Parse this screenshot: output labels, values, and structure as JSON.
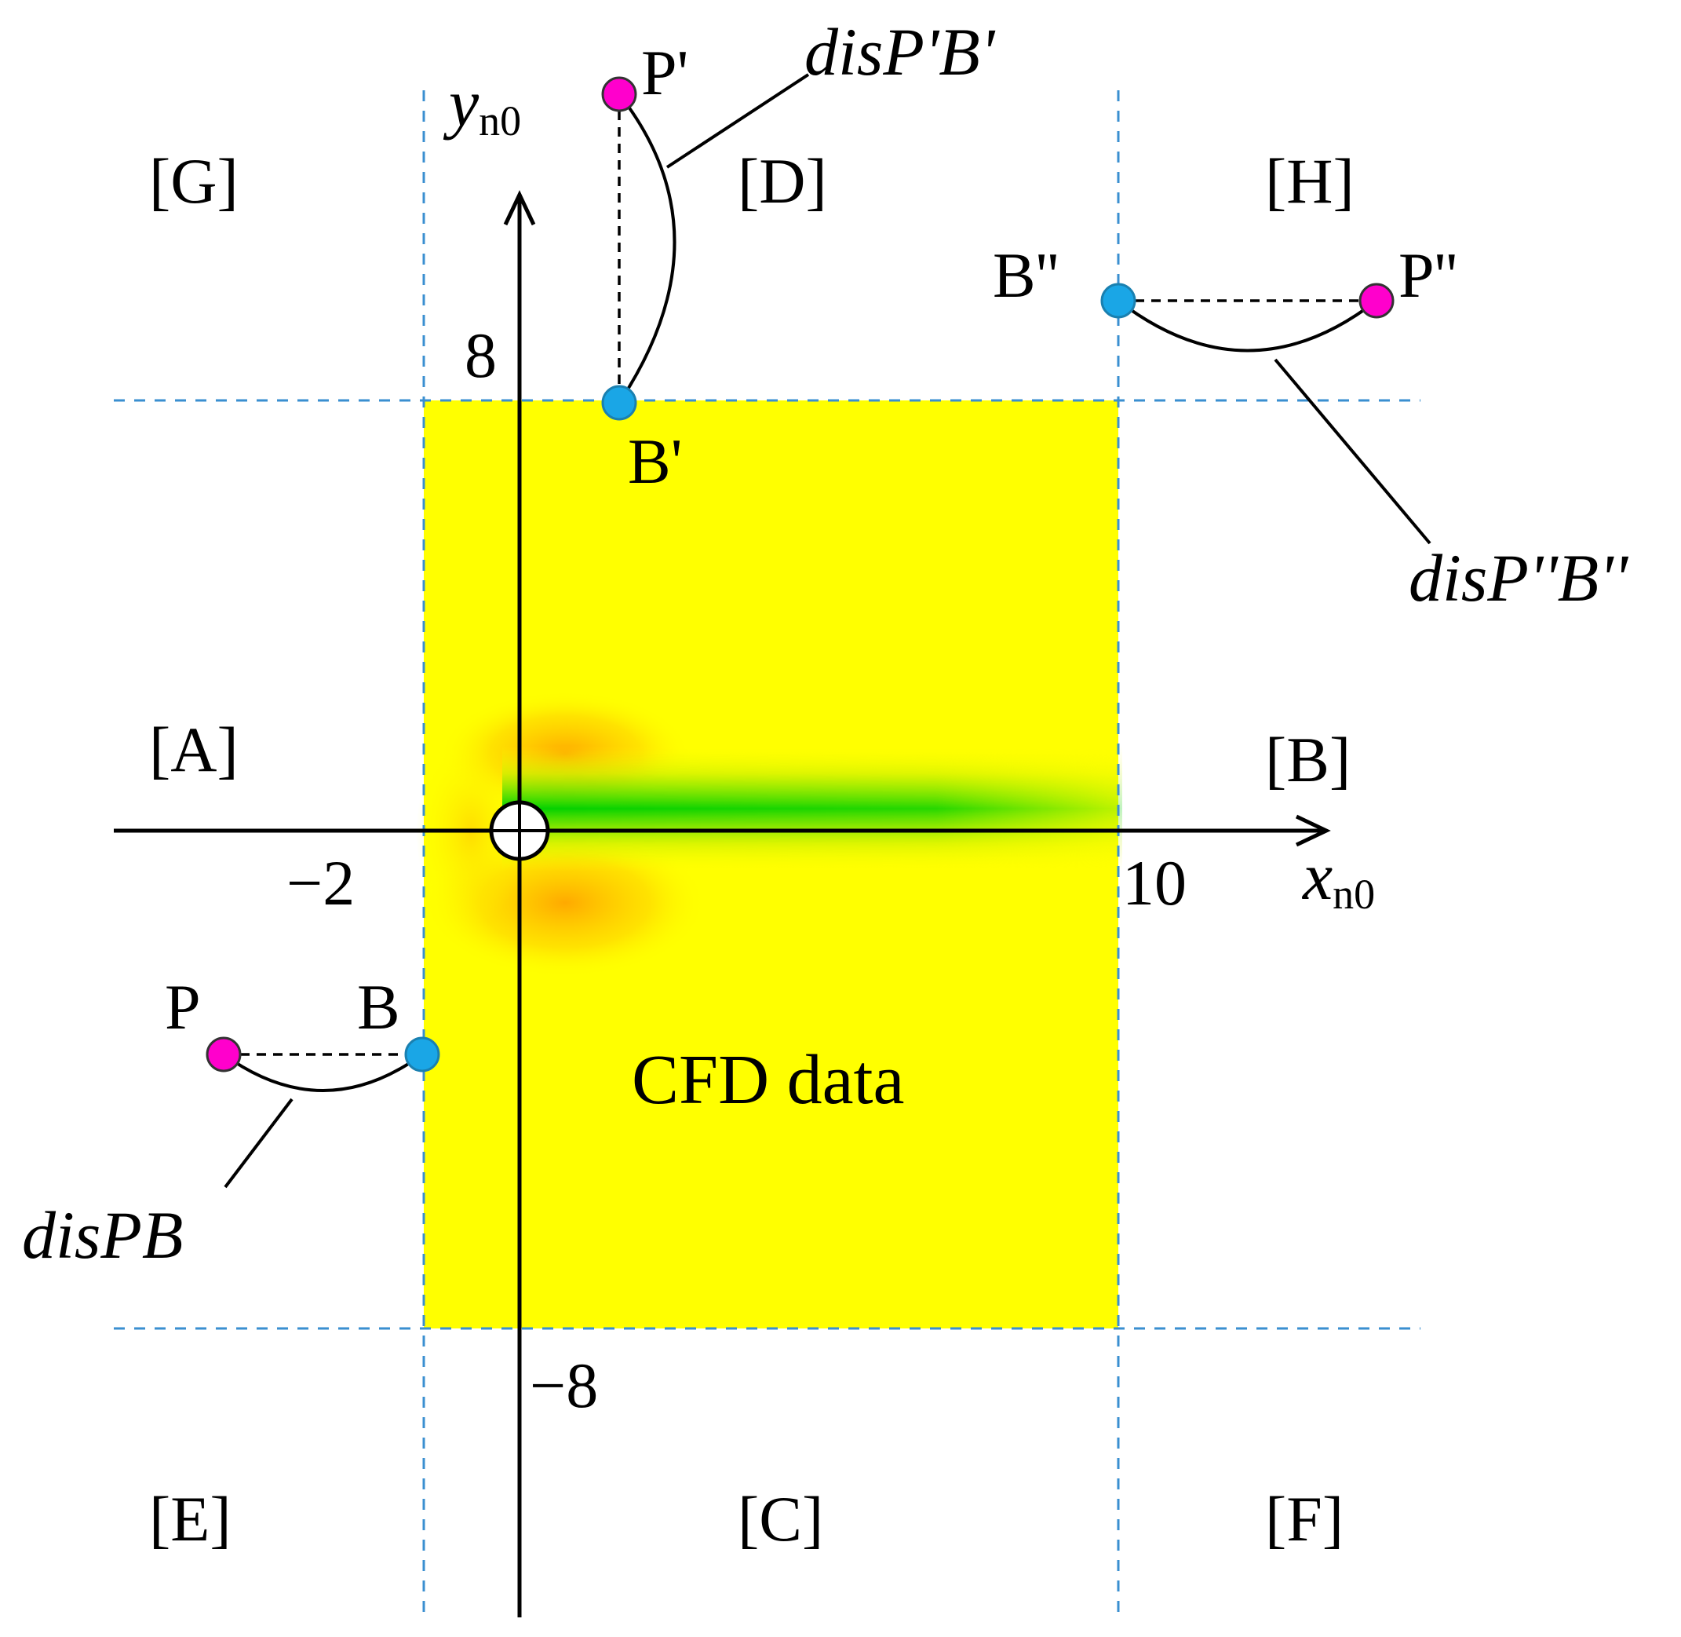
{
  "colors": {
    "grid_dash": "#3a8fd0",
    "cfd_field": "#ffff00",
    "wake_green": "#00d000",
    "wake_orange": "#ffa000",
    "boundary_point": "#1aa6e6",
    "outside_point": "#ff00cc"
  },
  "axes": {
    "x_label": "x",
    "x_sub": "n0",
    "y_label": "y",
    "y_sub": "n0",
    "ticks": {
      "x_min": "−2",
      "x_max": "10",
      "y_max": "8",
      "y_min": "−8"
    }
  },
  "cfd_label": "CFD data",
  "regions": {
    "A": "[A]",
    "B": "[B]",
    "C": "[C]",
    "D": "[D]",
    "E": "[E]",
    "F": "[F]",
    "G": "[G]",
    "H": "[H]"
  },
  "points": {
    "P": "P",
    "B": "B",
    "P1": "P'",
    "B1": "B'",
    "P2": "P''",
    "B2": "B''"
  },
  "distances": {
    "PB": "disPB",
    "P1B1": "disP'B'",
    "P2B2": "disP''B''"
  },
  "icons": {
    "cylinder": "cylinder-icon",
    "arrow": "arrow-icon"
  }
}
